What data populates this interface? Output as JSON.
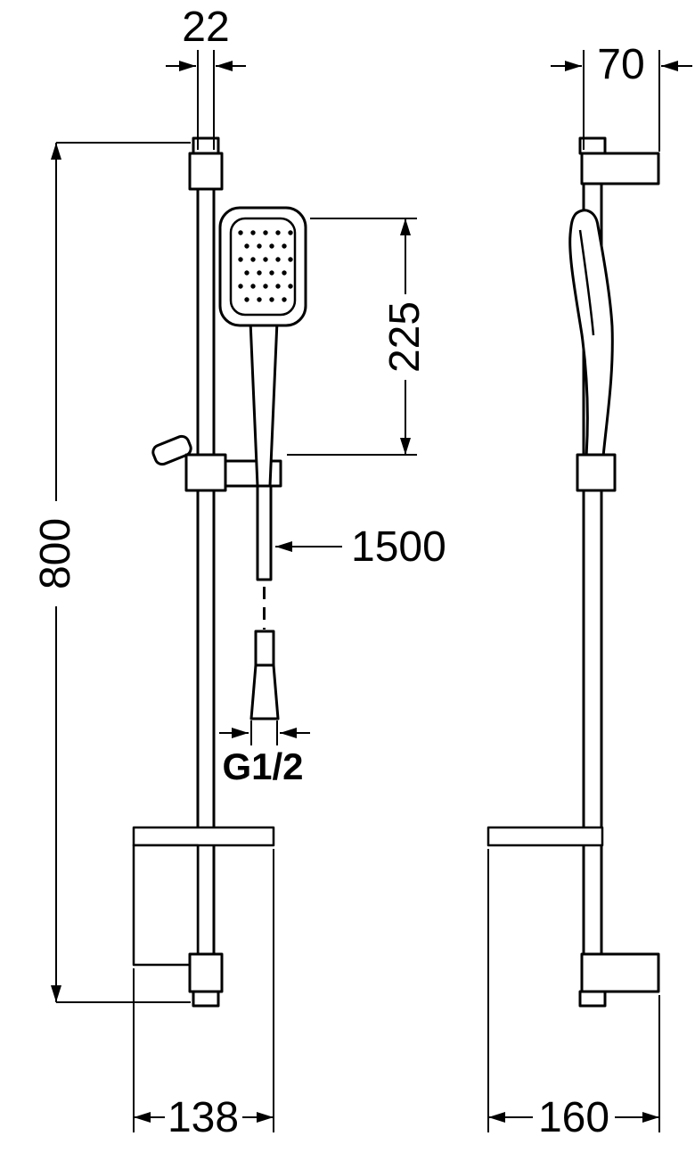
{
  "drawing": {
    "background_color": "#ffffff",
    "line_color": "#000000",
    "dimensions": {
      "rail_diameter": "22",
      "wall_bracket_depth": "70",
      "hand_shower_length": "225",
      "rail_length": "800",
      "hose_length": "1500",
      "thread_size": "G1/2",
      "soap_dish_width": "138",
      "soap_dish_depth": "160"
    }
  }
}
